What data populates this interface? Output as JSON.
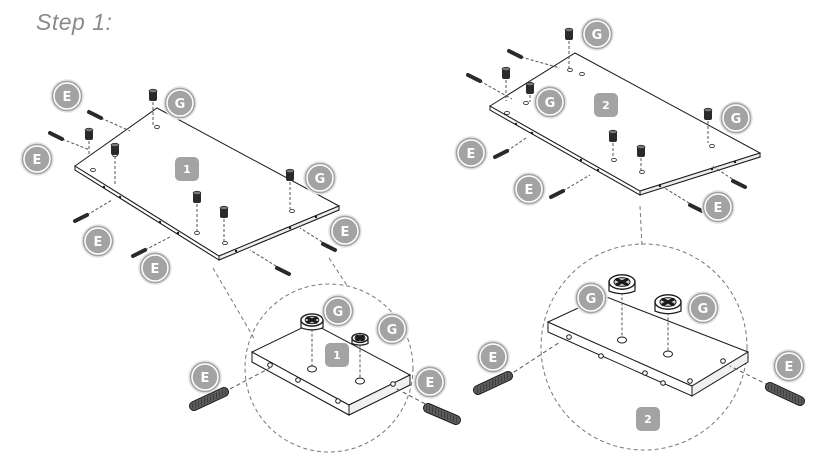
{
  "page": {
    "step_title": "Step 1:"
  },
  "parts": {
    "cam_lock": "G",
    "dowel": "E"
  },
  "panels": [
    {
      "number": "1"
    },
    {
      "number": "2"
    }
  ],
  "colors": {
    "badge_fill": "#a3a3a3",
    "badge_text": "#ffffff",
    "line": "#1a1a1a",
    "panel_edge": "#d6d6d6",
    "dowel_fill": "#5f5f5f",
    "cam_fill": "#2a2a2a"
  }
}
